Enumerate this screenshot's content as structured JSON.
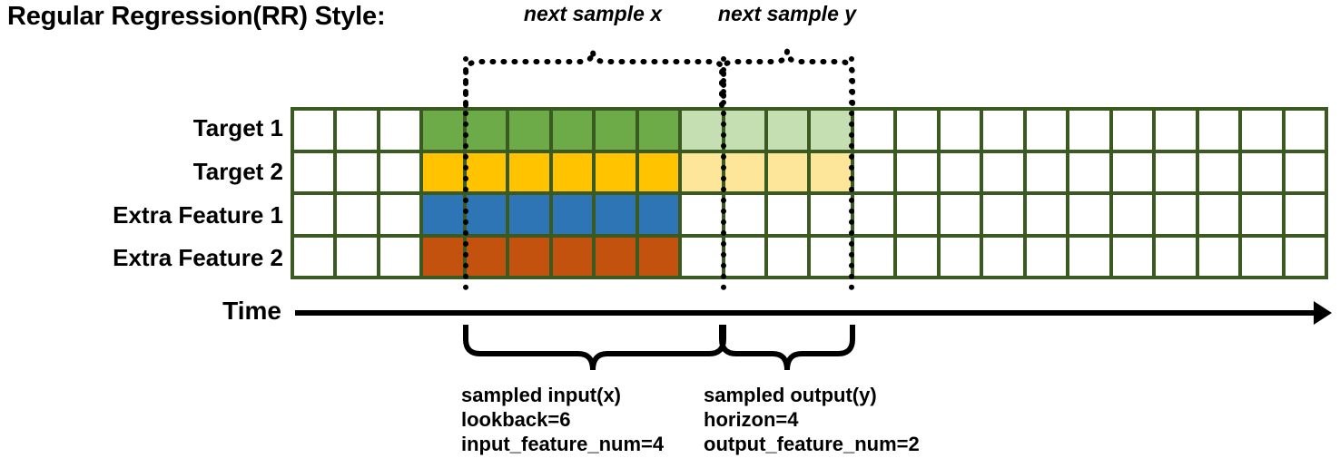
{
  "title": "Regular Regression(RR) Style:",
  "rows": [
    {
      "label": "Target 1",
      "key": "target-1"
    },
    {
      "label": "Target 2",
      "key": "target-2"
    },
    {
      "label": "Extra Feature 1",
      "key": "extra-feature-1"
    },
    {
      "label": "Extra Feature 2",
      "key": "extra-feature-2"
    }
  ],
  "axis": {
    "label": "Time",
    "icon": "right-arrow-icon"
  },
  "grid": {
    "columns": 24,
    "rows": 4,
    "input_start_col": 3,
    "input_end_col": 8,
    "output_start_col": 9,
    "output_end_col": 12,
    "cell_colors": {
      "empty": "#FFFFFF",
      "border": "#3A5A22",
      "target_1_input": "#6CAB48",
      "target_2_input": "#FFC300",
      "extra_feature_1_input": "#2E75B6",
      "extra_feature_2_input": "#C4520F",
      "target_1_output": "#C5DFB3",
      "target_2_output": "#FDE59A"
    },
    "fill_map": [
      [
        "#FFFFFF",
        "#FFFFFF",
        "#FFFFFF",
        "#6CAB48",
        "#6CAB48",
        "#6CAB48",
        "#6CAB48",
        "#6CAB48",
        "#6CAB48",
        "#C5DFB3",
        "#C5DFB3",
        "#C5DFB3",
        "#C5DFB3",
        "#FFFFFF",
        "#FFFFFF",
        "#FFFFFF",
        "#FFFFFF",
        "#FFFFFF",
        "#FFFFFF",
        "#FFFFFF",
        "#FFFFFF",
        "#FFFFFF",
        "#FFFFFF",
        "#FFFFFF"
      ],
      [
        "#FFFFFF",
        "#FFFFFF",
        "#FFFFFF",
        "#FFC300",
        "#FFC300",
        "#FFC300",
        "#FFC300",
        "#FFC300",
        "#FFC300",
        "#FDE59A",
        "#FDE59A",
        "#FDE59A",
        "#FDE59A",
        "#FFFFFF",
        "#FFFFFF",
        "#FFFFFF",
        "#FFFFFF",
        "#FFFFFF",
        "#FFFFFF",
        "#FFFFFF",
        "#FFFFFF",
        "#FFFFFF",
        "#FFFFFF",
        "#FFFFFF"
      ],
      [
        "#FFFFFF",
        "#FFFFFF",
        "#FFFFFF",
        "#2E75B6",
        "#2E75B6",
        "#2E75B6",
        "#2E75B6",
        "#2E75B6",
        "#2E75B6",
        "#FFFFFF",
        "#FFFFFF",
        "#FFFFFF",
        "#FFFFFF",
        "#FFFFFF",
        "#FFFFFF",
        "#FFFFFF",
        "#FFFFFF",
        "#FFFFFF",
        "#FFFFFF",
        "#FFFFFF",
        "#FFFFFF",
        "#FFFFFF",
        "#FFFFFF",
        "#FFFFFF"
      ],
      [
        "#FFFFFF",
        "#FFFFFF",
        "#FFFFFF",
        "#C4520F",
        "#C4520F",
        "#C4520F",
        "#C4520F",
        "#C4520F",
        "#C4520F",
        "#FFFFFF",
        "#FFFFFF",
        "#FFFFFF",
        "#FFFFFF",
        "#FFFFFF",
        "#FFFFFF",
        "#FFFFFF",
        "#FFFFFF",
        "#FFFFFF",
        "#FFFFFF",
        "#FFFFFF",
        "#FFFFFF",
        "#FFFFFF",
        "#FFFFFF",
        "#FFFFFF"
      ]
    ]
  },
  "annotations": {
    "top": [
      {
        "text": "next sample x",
        "key": "next-sample-x"
      },
      {
        "text": "next sample y",
        "key": "next-sample-y"
      }
    ],
    "bottom": [
      {
        "key": "sampled-input",
        "line1": "sampled input(x)",
        "line2": "lookback=6",
        "line3": "input_feature_num=4"
      },
      {
        "key": "sampled-output",
        "line1": "sampled output(y)",
        "line2": "horizon=4",
        "line3": "output_feature_num=2"
      }
    ]
  },
  "chart_data": {
    "type": "heatmap",
    "title": "Regular Regression(RR) Style:",
    "xlabel": "Time",
    "ylabel": "",
    "categories": [
      "Target 1",
      "Target 2",
      "Extra Feature 1",
      "Extra Feature 2"
    ],
    "x": [
      0,
      1,
      2,
      3,
      4,
      5,
      6,
      7,
      8,
      9,
      10,
      11,
      12,
      13,
      14,
      15,
      16,
      17,
      18,
      19,
      20,
      21,
      22,
      23
    ],
    "series": [
      {
        "name": "Target 1",
        "values": [
          0,
          0,
          0,
          1,
          1,
          1,
          1,
          1,
          1,
          0.4,
          0.4,
          0.4,
          0.4,
          0,
          0,
          0,
          0,
          0,
          0,
          0,
          0,
          0,
          0,
          0
        ]
      },
      {
        "name": "Target 2",
        "values": [
          0,
          0,
          0,
          1,
          1,
          1,
          1,
          1,
          1,
          0.4,
          0.4,
          0.4,
          0.4,
          0,
          0,
          0,
          0,
          0,
          0,
          0,
          0,
          0,
          0,
          0
        ]
      },
      {
        "name": "Extra Feature 1",
        "values": [
          0,
          0,
          0,
          1,
          1,
          1,
          1,
          1,
          1,
          0,
          0,
          0,
          0,
          0,
          0,
          0,
          0,
          0,
          0,
          0,
          0,
          0,
          0,
          0
        ]
      },
      {
        "name": "Extra Feature 2",
        "values": [
          0,
          0,
          0,
          1,
          1,
          1,
          1,
          1,
          1,
          0,
          0,
          0,
          0,
          0,
          0,
          0,
          0,
          0,
          0,
          0,
          0,
          0,
          0,
          0
        ]
      }
    ],
    "annotations": [
      {
        "label": "next sample x",
        "span_cols": [
          3,
          8
        ]
      },
      {
        "label": "next sample y",
        "span_cols": [
          9,
          12
        ]
      },
      {
        "label": "sampled input(x) lookback=6 input_feature_num=4",
        "span_cols": [
          3,
          8
        ]
      },
      {
        "label": "sampled output(y) horizon=4 output_feature_num=2",
        "span_cols": [
          9,
          12
        ]
      }
    ],
    "grid": true,
    "legend": "none"
  }
}
